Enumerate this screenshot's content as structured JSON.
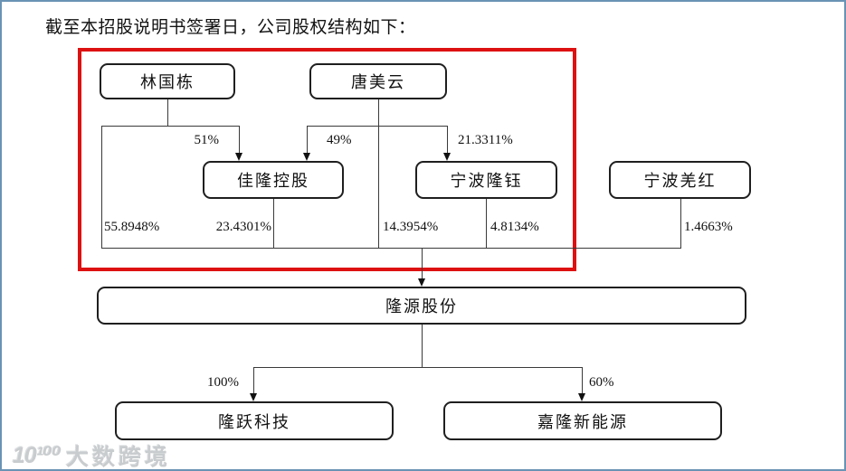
{
  "title": "截至本招股说明书签署日，公司股权结构如下：",
  "nodes": {
    "lin": "林国栋",
    "tang": "唐美云",
    "jialong": "佳隆控股",
    "longyu": "宁波隆钰",
    "qianghong": "宁波羌红",
    "longyuan": "隆源股份",
    "longyue": "隆跃科技",
    "jlxny": "嘉隆新能源"
  },
  "percents": {
    "p51": "51%",
    "p49": "49%",
    "p21": "21.3311%",
    "p55": "55.8948%",
    "p23": "23.4301%",
    "p14": "14.3954%",
    "p4": "4.8134%",
    "p1": "1.4663%",
    "p100": "100%",
    "p60": "60%"
  },
  "edges": [
    {
      "from": "林国栋",
      "to": "佳隆控股",
      "percent": "51%"
    },
    {
      "from": "唐美云",
      "to": "佳隆控股",
      "percent": "49%"
    },
    {
      "from": "唐美云",
      "to": "宁波隆钰",
      "percent": "21.3311%"
    },
    {
      "from": "林国栋",
      "to": "隆源股份",
      "percent": "55.8948%"
    },
    {
      "from": "佳隆控股",
      "to": "隆源股份",
      "percent": "23.4301%"
    },
    {
      "from": "唐美云",
      "to": "隆源股份",
      "percent": "14.3954%"
    },
    {
      "from": "宁波隆钰",
      "to": "隆源股份",
      "percent": "4.8134%"
    },
    {
      "from": "宁波羌红",
      "to": "隆源股份",
      "percent": "1.4663%"
    },
    {
      "from": "隆源股份",
      "to": "隆跃科技",
      "percent": "100%"
    },
    {
      "from": "隆源股份",
      "to": "嘉隆新能源",
      "percent": "60%"
    }
  ],
  "watermark": {
    "logo": "10¹⁰⁰",
    "text": "大数跨境"
  },
  "colors": {
    "highlight": "#dd1111",
    "line": "#3a3a3a",
    "box_border": "#1f1f1f",
    "page_border": "#6a93b4"
  }
}
